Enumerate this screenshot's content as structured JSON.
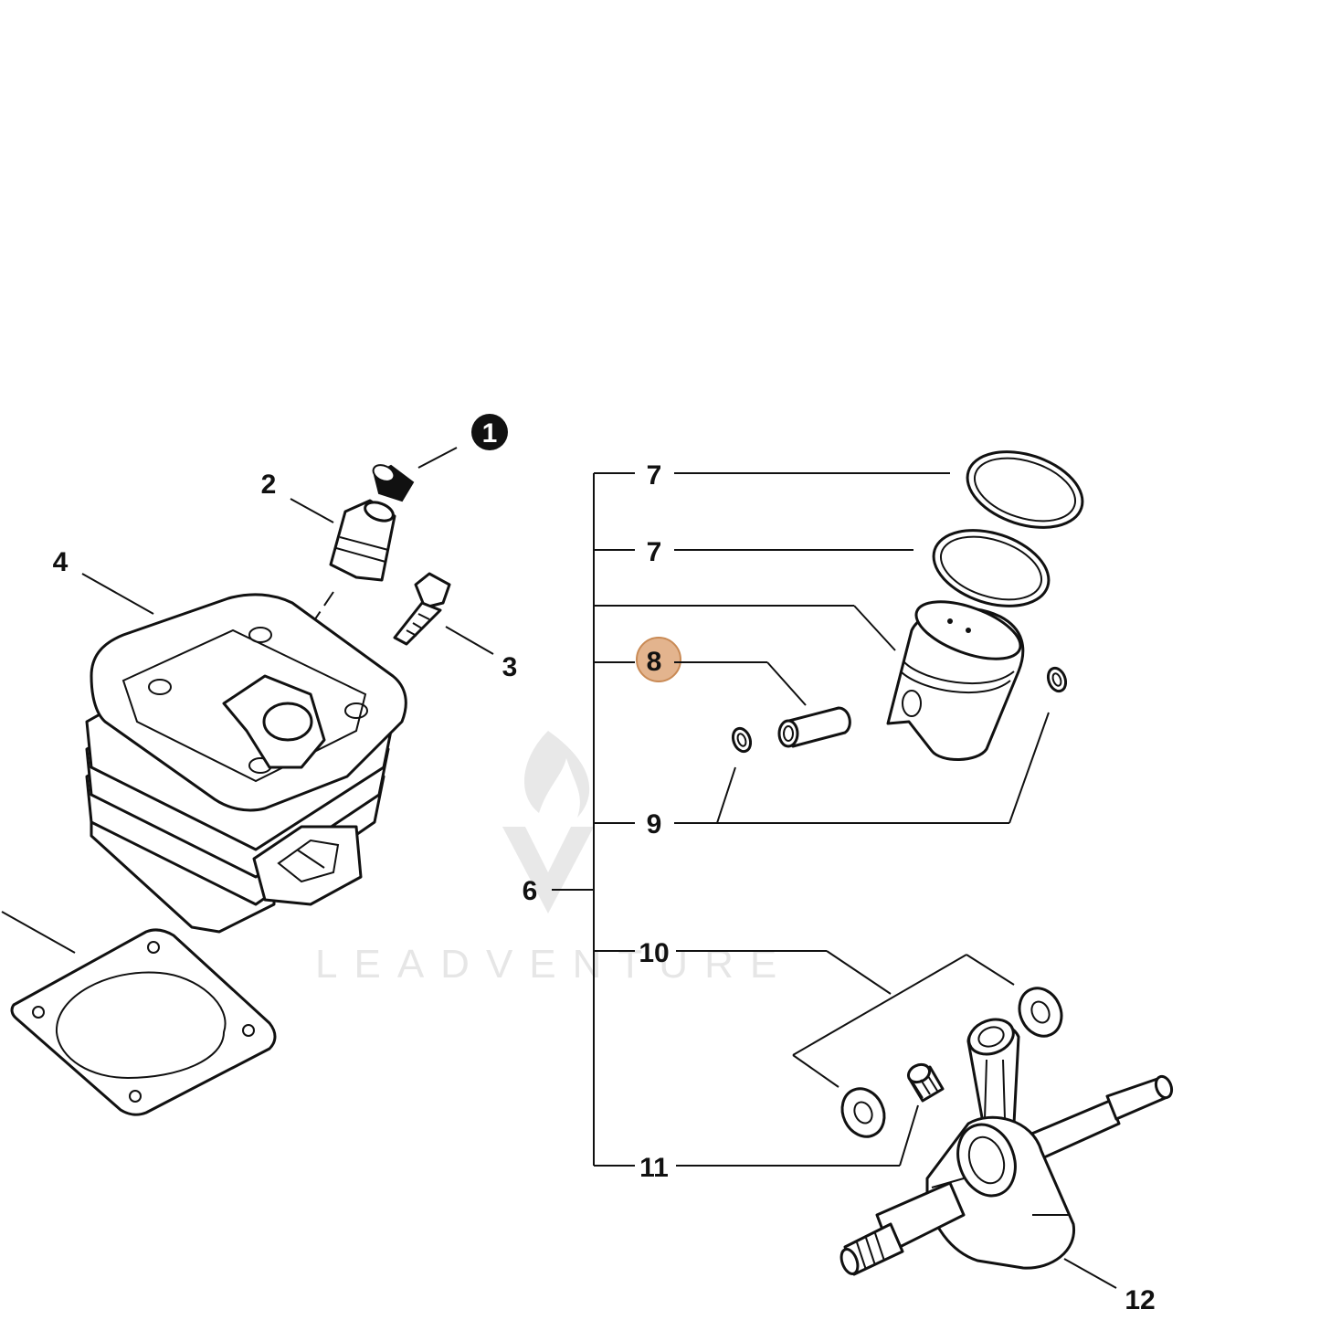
{
  "callouts": {
    "c1": "1",
    "c2": "2",
    "c3": "3",
    "c4": "4",
    "c6": "6",
    "c7a": "7",
    "c7b": "7",
    "c8": "8",
    "c9": "9",
    "c10": "10",
    "c11": "11",
    "c12": "12"
  },
  "highlight": {
    "callout": "8",
    "color": "#E3B48E",
    "border": "#C98A55"
  },
  "watermark": {
    "text": "LEADVENTURE"
  }
}
